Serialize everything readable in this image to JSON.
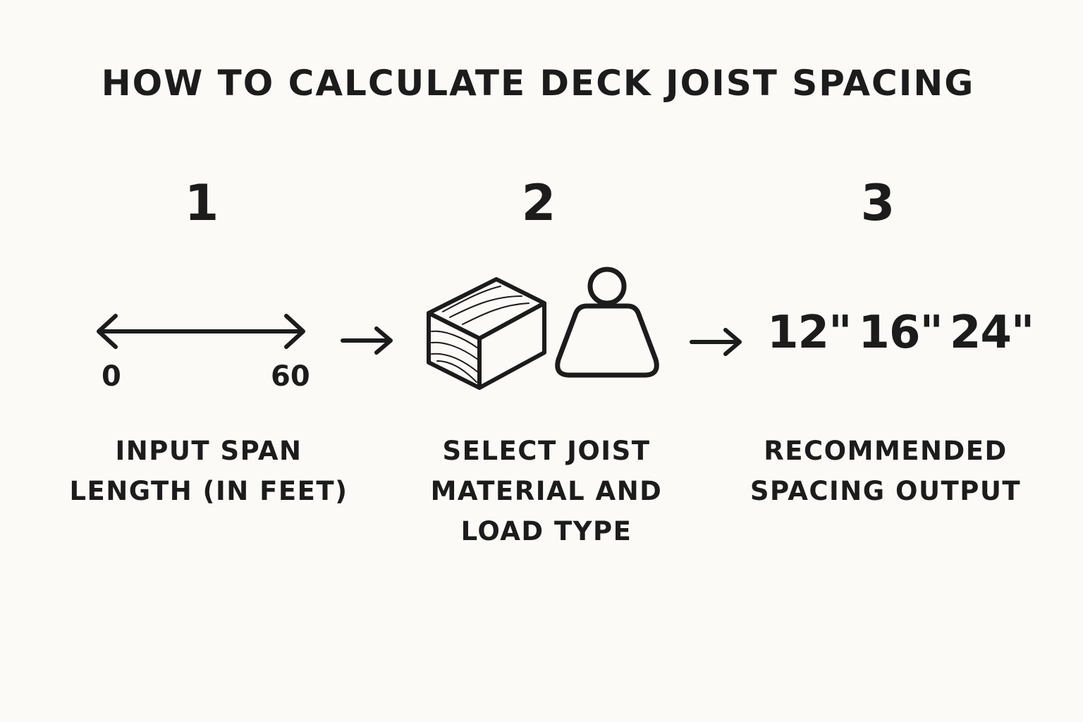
{
  "title": "HOW TO CALCULATE DECK JOIST SPACING",
  "steps": [
    {
      "number": "1",
      "caption_lines": [
        "INPUT SPAN",
        "LENGTH (IN FEET)"
      ],
      "scale_min": "0",
      "scale_max": "60",
      "icon": "double-arrow-icon"
    },
    {
      "number": "2",
      "caption_lines": [
        "SELECT JOIST",
        "MATERIAL AND",
        "LOAD TYPE"
      ],
      "icons": [
        "lumber-block-icon",
        "weight-icon"
      ]
    },
    {
      "number": "3",
      "caption_lines": [
        "RECOMMENDED",
        "SPACING OUTPUT"
      ],
      "spacing_values": [
        "12\"",
        "16\"",
        "24\""
      ]
    }
  ],
  "connectors": [
    "arrow-right-icon",
    "arrow-right-icon"
  ]
}
